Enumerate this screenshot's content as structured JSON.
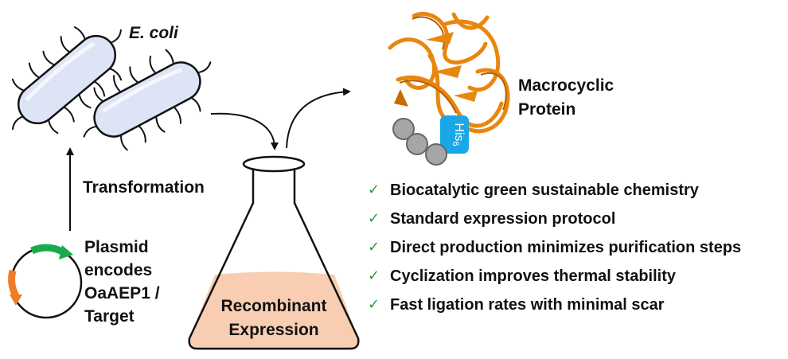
{
  "organism": {
    "label": "E. coli"
  },
  "step": {
    "transformation_label": "Transformation"
  },
  "plasmid": {
    "lines": [
      "Plasmid",
      "encodes",
      "OaAEP1 /",
      "Target"
    ]
  },
  "flask": {
    "lines": [
      "Recombinant",
      "Expression"
    ],
    "medium_color": "#f8cdb1"
  },
  "protein": {
    "lines": [
      "Macrocyclic",
      "Protein"
    ],
    "tag_label": "His",
    "tag_subscript": "6",
    "tag_color": "#1aa7e6",
    "ribbon_color": "#e8870e"
  },
  "features": [
    "Biocatalytic green sustainable chemistry",
    "Standard expression protocol",
    "Direct production minimizes purification steps",
    "Cyclization improves thermal stability",
    "Fast ligation rates with minimal scar"
  ],
  "colors": {
    "check": "#2e9a3a",
    "bacteria_fill": "#dde4f5",
    "plasmid_green": "#1aaa4a",
    "plasmid_orange": "#ee7d28"
  }
}
